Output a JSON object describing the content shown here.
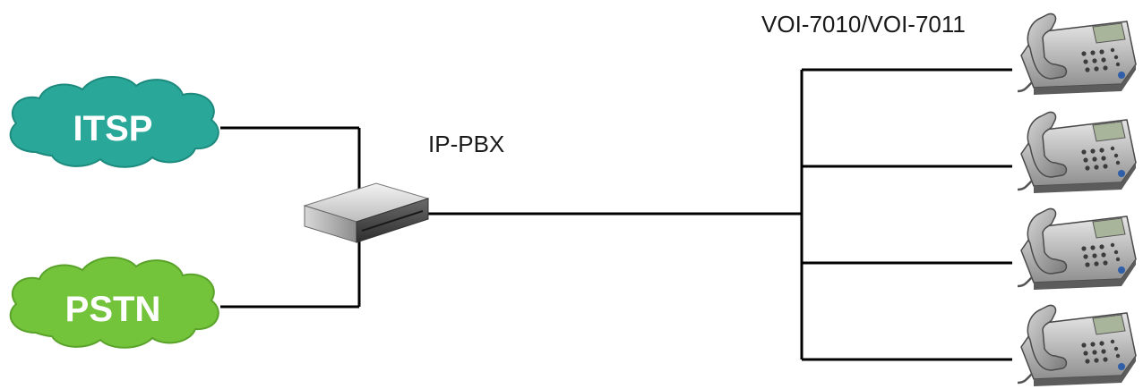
{
  "clouds": [
    {
      "label": "ITSP",
      "color": "#29a89a",
      "color_dark": "#1d8a7e"
    },
    {
      "label": "PSTN",
      "color": "#73c33b",
      "color_dark": "#5aa32b"
    }
  ],
  "pbx": {
    "label": "IP-PBX"
  },
  "phones": {
    "model_label": "VOI-7010/VOI-7011",
    "count": 4
  }
}
